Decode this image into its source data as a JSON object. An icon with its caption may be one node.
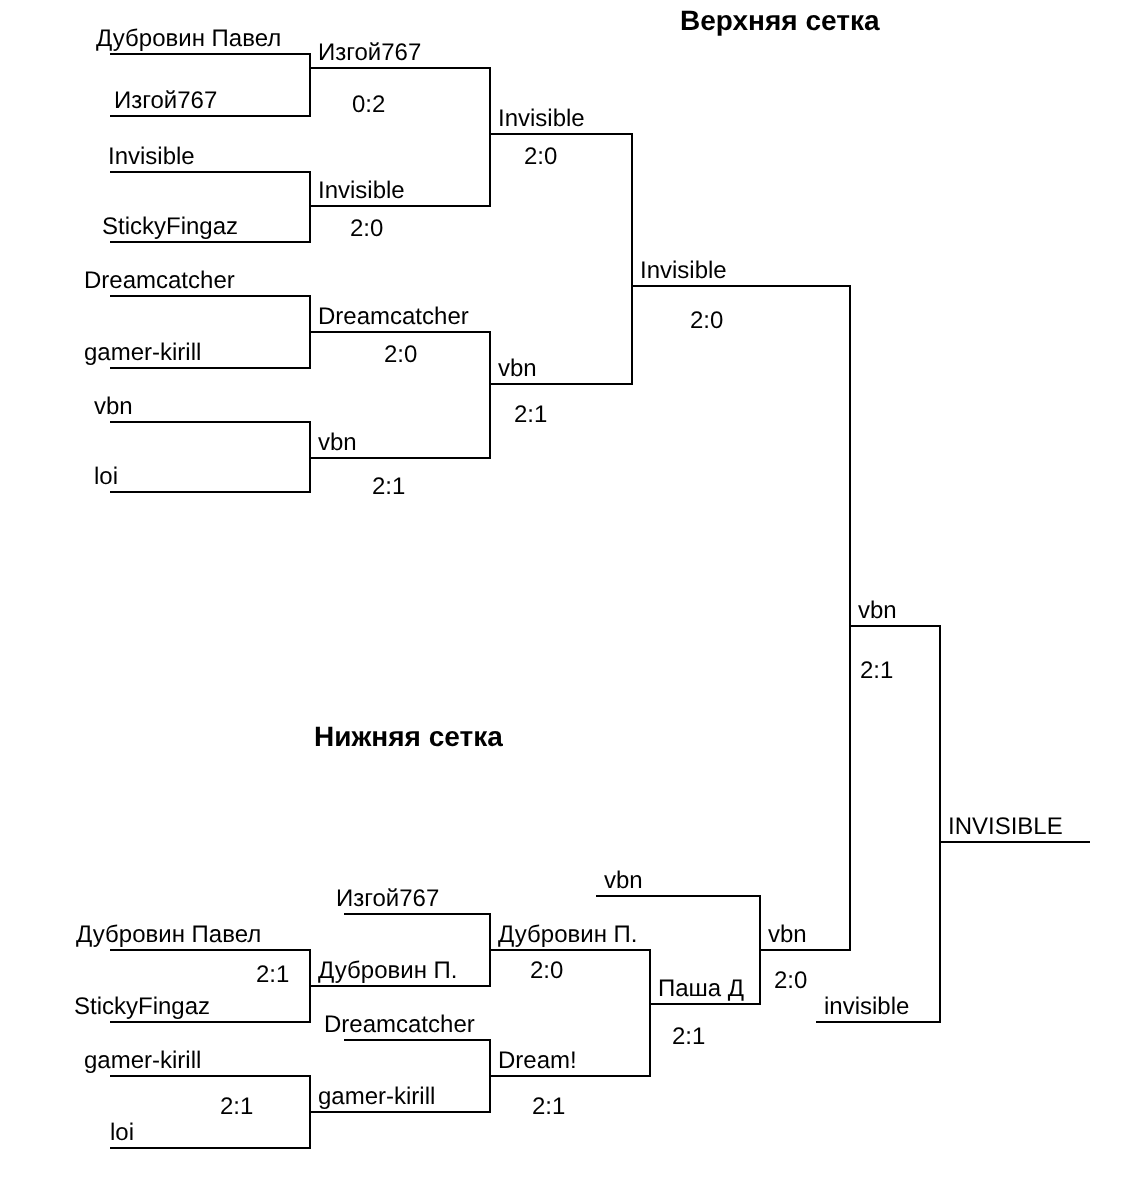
{
  "diagram": {
    "nodes": [
      {
        "text": [
          "Дубровин Павел"
        ]
      },
      {
        "text": [
          "Изгой767"
        ],
        "beside": [
          "0:2"
        ]
      },
      {
        "text": [
          "Изгой767"
        ]
      },
      {
        "text": [
          "Invisible"
        ],
        "beside": [
          "2:0"
        ]
      },
      {
        "text": [
          "Invisible"
        ]
      },
      {
        "text": [
          "Invisible"
        ],
        "beside": [
          "2:0"
        ]
      },
      {
        "text": [
          "StickyFingaz"
        ]
      },
      {
        "text": [
          "Invisible"
        ],
        "beside": [
          "2:0"
        ]
      },
      {
        "text": [
          "Dreamcatcher"
        ]
      },
      {
        "text": [
          "Dreamcatcher"
        ],
        "beside": [
          "2:0"
        ]
      },
      {
        "text": [
          "gamer-kirill"
        ]
      },
      {
        "text": [
          "vbn"
        ],
        "beside": [
          "2:1"
        ]
      },
      {
        "text": [
          "vbn"
        ]
      },
      {
        "text": [
          "vbn"
        ],
        "beside": [
          "2:1"
        ]
      },
      {
        "text": [
          "loi"
        ]
      },
      {
        "text": [
          "vbn"
        ],
        "beside": [
          "2:1"
        ]
      },
      {
        "text": [
          "INVISIBLE"
        ]
      },
      {
        "text": [
          "vbn"
        ]
      },
      {
        "text": [
          "Изгой767"
        ]
      },
      {
        "text": [
          "vbn"
        ],
        "beside": [
          "2:0"
        ]
      },
      {
        "text": [
          "Дубровин П."
        ],
        "beside": [
          "2:0"
        ]
      },
      {
        "text": [
          "Дубровин Павел"
        ]
      },
      {
        "text": [
          "Дубровин П."
        ]
      },
      {
        "text": [
          "Паша Д"
        ],
        "beside": [
          "2:1"
        ]
      },
      {
        "text": [
          "invisible"
        ]
      },
      {
        "text": [
          "StickyFingaz"
        ]
      },
      {
        "text": [
          "Dreamcatcher"
        ]
      },
      {
        "text": [
          "Dream!"
        ],
        "beside": [
          "2:1"
        ]
      },
      {
        "text": [
          "gamer-kirill"
        ]
      },
      {
        "text": [
          "gamer-kirill"
        ]
      },
      {
        "text": [
          "loi"
        ]
      }
    ],
    "edges": [
      {
        "from": 0,
        "to": 1,
        "arrow": "none"
      },
      {
        "from": 1,
        "to": 3,
        "arrow": "none"
      },
      {
        "from": 2,
        "to": 1,
        "arrow": "none"
      },
      {
        "from": 3,
        "to": 7,
        "arrow": "none"
      },
      {
        "from": 4,
        "to": 5,
        "arrow": "none"
      },
      {
        "from": 5,
        "to": 3,
        "arrow": "none"
      },
      {
        "from": 6,
        "to": 5,
        "arrow": "none"
      },
      {
        "from": 7,
        "to": 15,
        "arrow": "none"
      },
      {
        "from": 8,
        "to": 9,
        "arrow": "none"
      },
      {
        "from": 9,
        "to": 11,
        "arrow": "none"
      },
      {
        "from": 10,
        "to": 9,
        "arrow": "none"
      },
      {
        "from": 11,
        "to": 7,
        "arrow": "none"
      },
      {
        "from": 12,
        "to": 13,
        "arrow": "none"
      },
      {
        "from": 13,
        "to": 11,
        "arrow": "none"
      },
      {
        "from": 14,
        "to": 13,
        "arrow": "none"
      },
      {
        "from": 15,
        "to": 16,
        "arrow": "none"
      },
      {
        "from": 16,
        "to": null,
        "arrow": "none"
      },
      {
        "from": 17,
        "to": 19,
        "arrow": "none"
      },
      {
        "from": 18,
        "to": 20,
        "arrow": "none"
      },
      {
        "from": 19,
        "to": 15,
        "arrow": "none"
      },
      {
        "from": 20,
        "to": 23,
        "arrow": "none"
      },
      {
        "from": 21,
        "to": 22,
        "arrow": "none"
      },
      {
        "from": 22,
        "to": 20,
        "arrow": "none"
      },
      {
        "from": 23,
        "to": 19,
        "arrow": "none"
      },
      {
        "from": 24,
        "to": 16,
        "arrow": "none"
      },
      {
        "from": 25,
        "to": 22,
        "arrow": "none"
      },
      {
        "from": 26,
        "to": 27,
        "arrow": "none"
      },
      {
        "from": 27,
        "to": 23,
        "arrow": "none"
      },
      {
        "from": 28,
        "to": 29,
        "arrow": "none"
      },
      {
        "from": 29,
        "to": 27,
        "arrow": "none"
      },
      {
        "from": 30,
        "to": 29,
        "arrow": "none"
      }
    ],
    "labels": [
      "Верхняя сетка",
      "Нижняя сетка",
      "2:1",
      "2:1"
    ]
  }
}
